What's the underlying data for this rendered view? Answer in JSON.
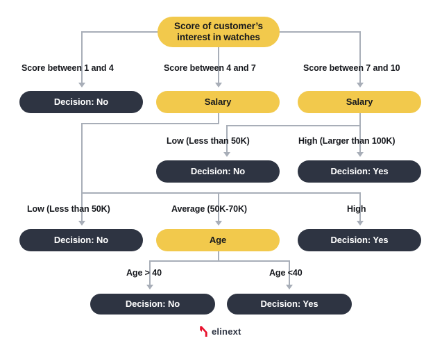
{
  "diagram": {
    "title": "Decision tree: Score of customer's interest in watches",
    "colors": {
      "yellow": "#F2C94C",
      "dark": "#2E3442",
      "line": "#A8AEB8",
      "background": "#FFFFFF",
      "logo_red": "#E8112D"
    },
    "nodes": {
      "root": "Score of customer’s interest in watches",
      "l1_left": "Decision: No",
      "l1_mid": "Salary",
      "l1_right": "Salary",
      "l2_mid": "Decision: No",
      "l2_right": "Decision: Yes",
      "l3_left": "Decision: No",
      "l3_mid": "Age",
      "l3_right": "Decision: Yes",
      "l4_left": "Decision: No",
      "l4_right": "Decision: Yes"
    },
    "edge_labels": {
      "score_1_4": "Score between 1 and 4",
      "score_4_7": "Score between 4 and 7",
      "score_7_10": "Score between 7 and 10",
      "salary_low_mid": "Low (Less than 50K)",
      "salary_high_right": "High (Larger than 100K)",
      "salary_low_l3": "Low (Less than 50K)",
      "salary_average_l3": "Average (50K-70K)",
      "salary_high_l3": "High",
      "age_over_40": "Age > 40",
      "age_under_40": "Age <40"
    }
  },
  "branding": {
    "logo_text": "elinext",
    "logo_mark": "elinext-n-mark-icon"
  }
}
